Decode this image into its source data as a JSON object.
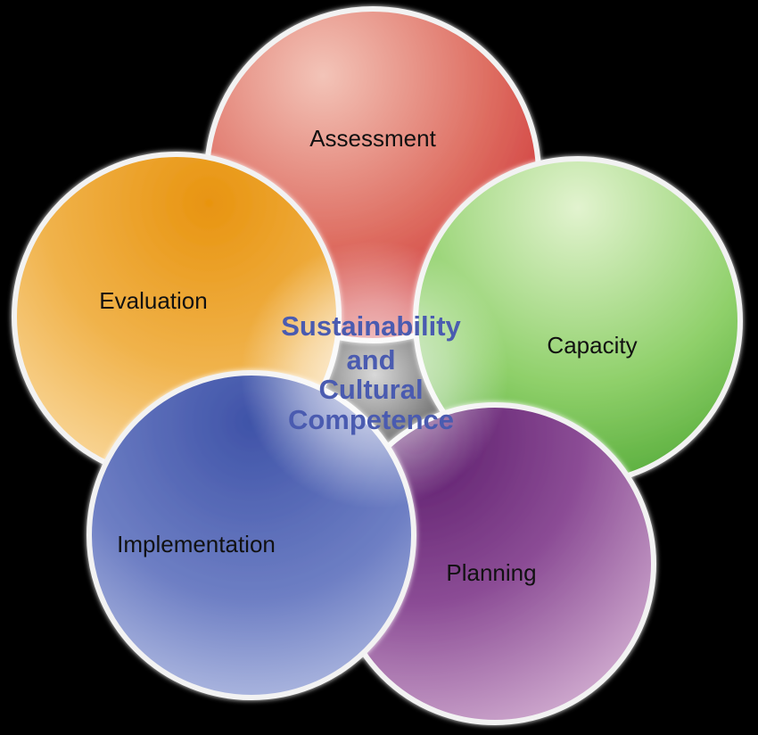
{
  "center": {
    "lines": [
      "Sustainability",
      "and",
      "Cultural",
      "Competence"
    ]
  },
  "stages": [
    {
      "id": "assessment",
      "label": "Assessment",
      "color": "#d9534f"
    },
    {
      "id": "capacity",
      "label": "Capacity",
      "color": "#5cb03c"
    },
    {
      "id": "planning",
      "label": "Planning",
      "color": "#8a4a8e"
    },
    {
      "id": "implementation",
      "label": "Implementation",
      "color": "#4e5fae"
    },
    {
      "id": "evaluation",
      "label": "Evaluation",
      "color": "#e8a12a"
    }
  ],
  "background_color": "#000000"
}
